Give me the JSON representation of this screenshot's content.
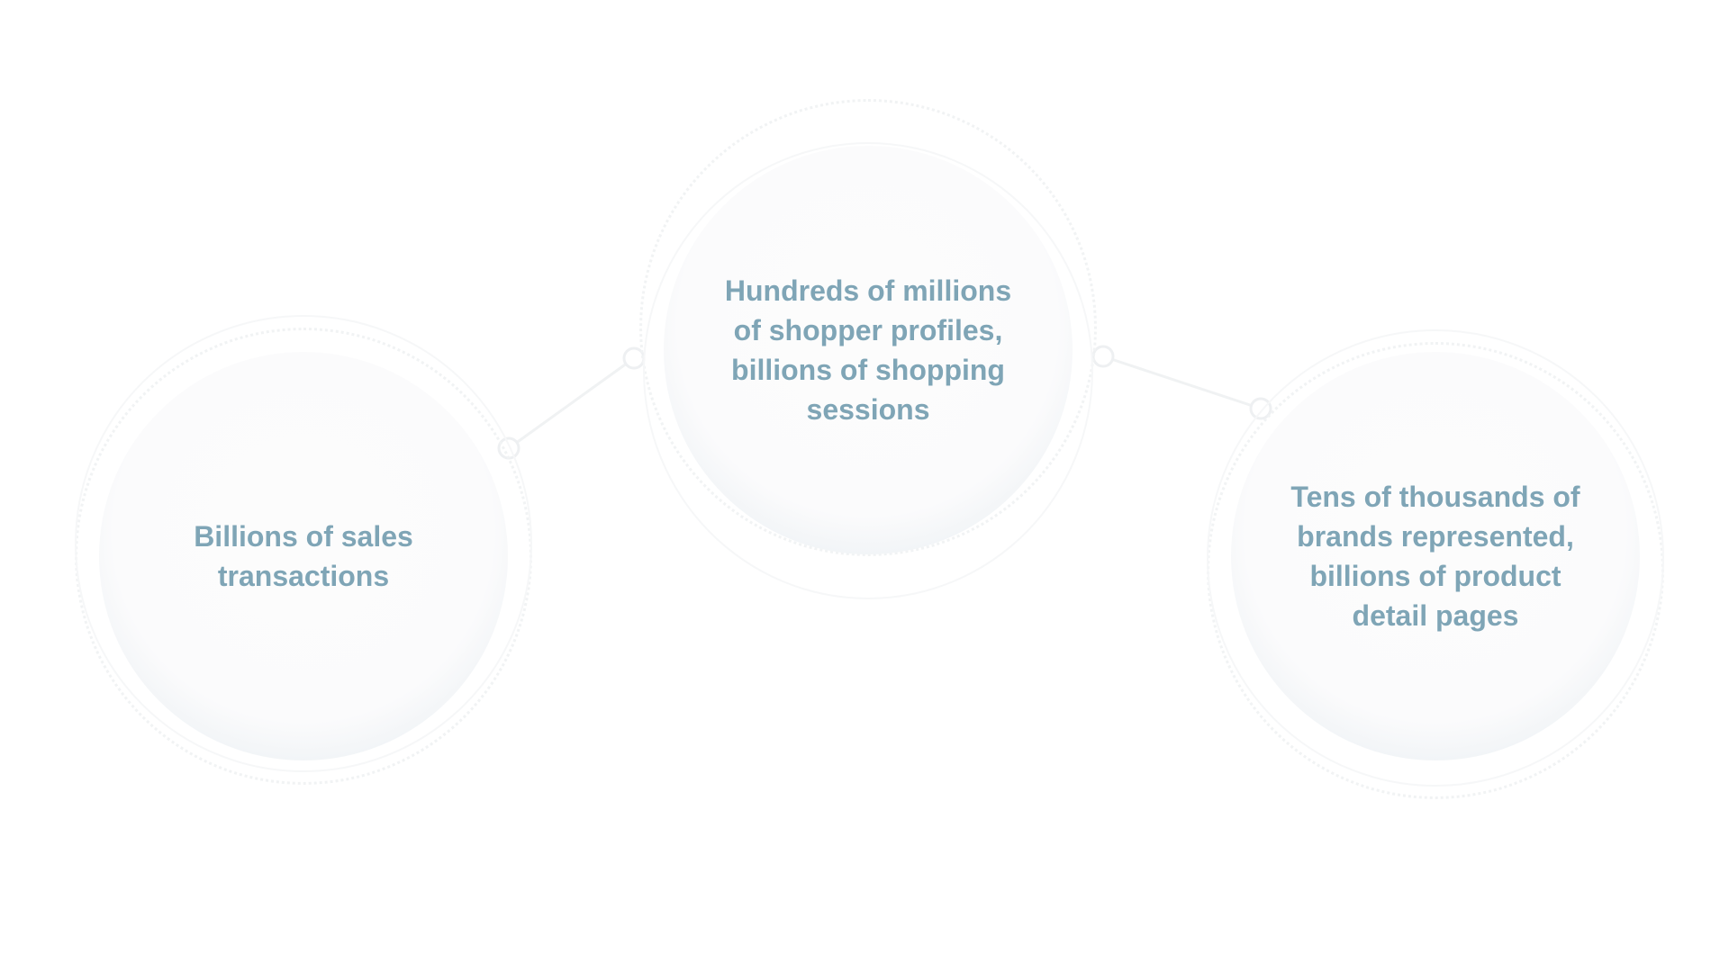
{
  "diagram": {
    "nodes": [
      {
        "id": "sales",
        "text": "Billions of sales transactions"
      },
      {
        "id": "shoppers",
        "text": "Hundreds of millions of shopper profiles, billions of shopping sessions"
      },
      {
        "id": "brands",
        "text": "Tens of thousands of brands represented, billions of product detail pages"
      }
    ],
    "edges": [
      {
        "from": "sales",
        "to": "shoppers"
      },
      {
        "from": "shoppers",
        "to": "brands"
      }
    ],
    "colors": {
      "text": "#7fa5b6",
      "bubble_edge": "#d3dfe6",
      "connector": "#f0f2f3"
    }
  }
}
